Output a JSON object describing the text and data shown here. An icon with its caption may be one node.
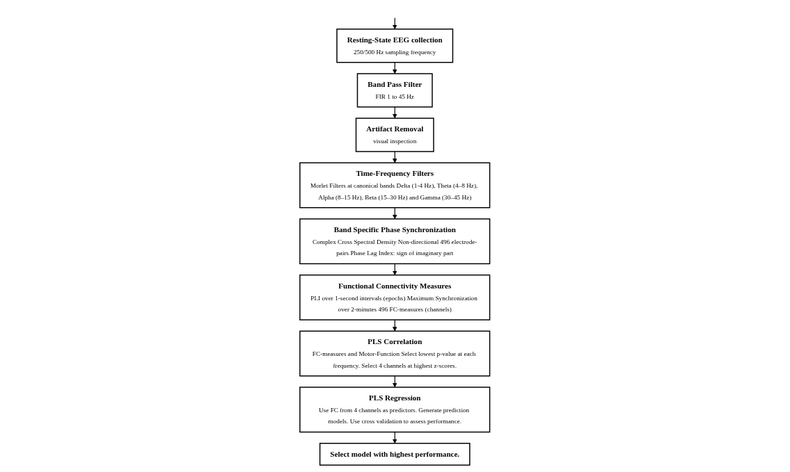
{
  "diagram": {
    "nodes": [
      {
        "text": [
          "Resting-State EEG collection",
          "250/500 Hz sampling frequency"
        ]
      },
      {
        "text": [
          "Band Pass Filter",
          "FIR 1 to 45 Hz"
        ]
      },
      {
        "text": [
          "Artifact Removal",
          "visual inspection"
        ]
      },
      {
        "text": [
          "Band Specific Phase Synchronization",
          "Complex Cross Spectral Density Non-directional 496 electrode-pairs Phase Lag Index: sign of imaginary part"
        ]
      },
      {
        "text": [
          "Time-Frequency Filters",
          "Morlet Filters at canonical bands Delta (1-4 Hz), Theta (4–8 Hz), Alpha (8–15 Hz), Beta (15–30 Hz) and Gamma (30–45 Hz)"
        ]
      },
      {
        "text": [
          "Functional Connectivity Measures",
          "PLI over 1-second intervals (epochs) Maximum Synchronization over 2-minutes 496 FC-measures (channels)"
        ]
      },
      {
        "text": [
          "PLS Correlation",
          "FC-measures and Motor-Function Select lowest p-value at each frequency. Select 4 channels at highest z-scores."
        ]
      },
      {
        "text": [
          "Select model with highest performance."
        ]
      },
      {
        "text": [
          "PLS Regression",
          "Use FC from 4 channels as predictors. Generate prediction models. Use cross validation to assess performance."
        ]
      }
    ],
    "edges": [
      {
        "from": null,
        "to": 0,
        "arrow": "to"
      },
      {
        "from": 0,
        "to": 1,
        "arrow": "to"
      },
      {
        "from": 1,
        "to": 2,
        "arrow": "to"
      },
      {
        "from": 2,
        "to": 4,
        "arrow": "to"
      },
      {
        "from": 4,
        "to": 3,
        "arrow": "to"
      },
      {
        "from": 3,
        "to": 5,
        "arrow": "to"
      },
      {
        "from": 5,
        "to": 6,
        "arrow": "to"
      },
      {
        "from": 6,
        "to": 8,
        "arrow": "to"
      },
      {
        "from": 8,
        "to": 7,
        "arrow": "to"
      }
    ]
  }
}
